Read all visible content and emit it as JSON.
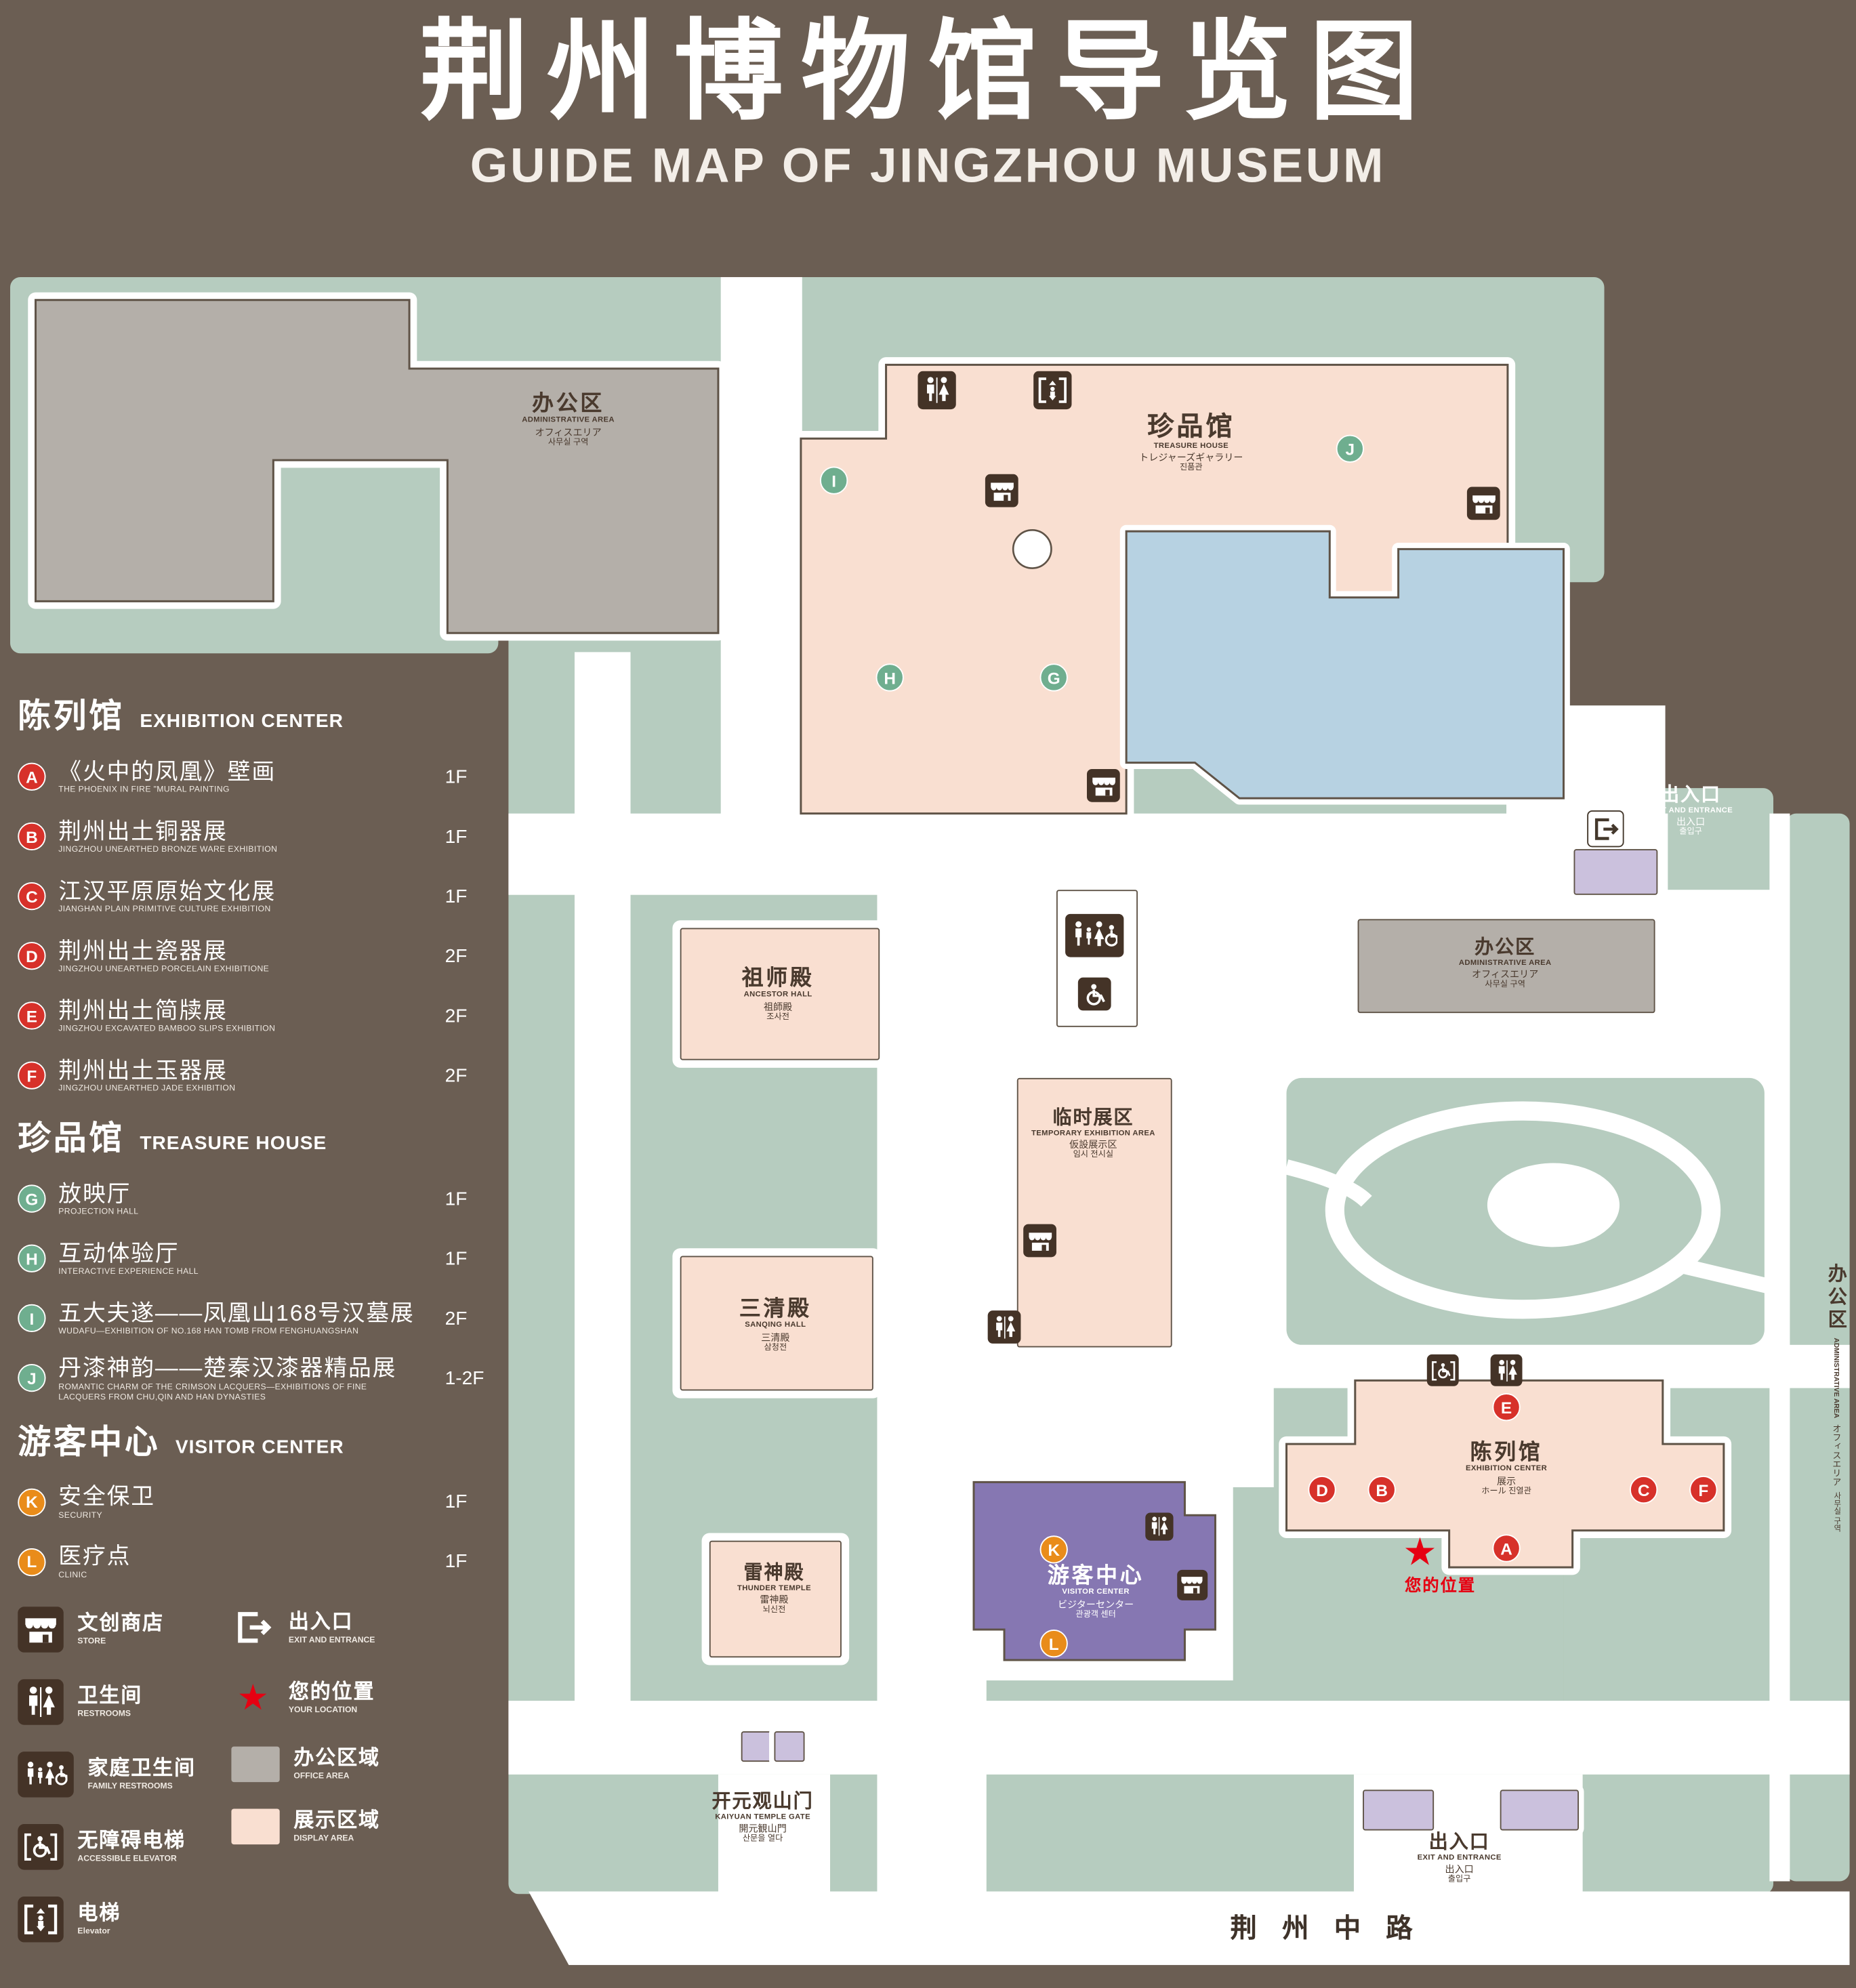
{
  "header": {
    "title": "荆州博物馆导览图",
    "subtitle": "GUIDE MAP OF JINGZHOU MUSEUM"
  },
  "legend": {
    "sections": [
      {
        "zh": "陈列馆",
        "en": "EXHIBITION CENTER",
        "items": [
          {
            "letter": "A",
            "zh": "《火中的凤凰》壁画",
            "en": "THE PHOENIX IN FIRE \"MURAL PAINTING",
            "floor": "1F"
          },
          {
            "letter": "B",
            "zh": "荆州出土铜器展",
            "en": "JINGZHOU UNEARTHED BRONZE WARE EXHIBITION",
            "floor": "1F"
          },
          {
            "letter": "C",
            "zh": "江汉平原原始文化展",
            "en": "JIANGHAN PLAIN PRIMITIVE CULTURE EXHIBITION",
            "floor": "1F"
          },
          {
            "letter": "D",
            "zh": "荆州出土瓷器展",
            "en": "JINGZHOU UNEARTHED PORCELAIN EXHIBITIONE",
            "floor": "2F"
          },
          {
            "letter": "E",
            "zh": "荆州出土简牍展",
            "en": "JINGZHOU EXCAVATED BAMBOO SLIPS EXHIBITION",
            "floor": "2F"
          },
          {
            "letter": "F",
            "zh": "荆州出土玉器展",
            "en": "JINGZHOU UNEARTHED JADE EXHIBITION",
            "floor": "2F"
          }
        ]
      },
      {
        "zh": "珍品馆",
        "en": "TREASURE HOUSE",
        "items": [
          {
            "letter": "G",
            "zh": "放映厅",
            "en": "PROJECTION HALL",
            "floor": "1F"
          },
          {
            "letter": "H",
            "zh": "互动体验厅",
            "en": "INTERACTIVE EXPERIENCE HALL",
            "floor": "1F"
          },
          {
            "letter": "I",
            "zh": "五大夫遂——凤凰山168号汉墓展",
            "en": "WUDAFU—EXHIBITION OF NO.168 HAN TOMB FROM FENGHUANGSHAN",
            "floor": "2F"
          },
          {
            "letter": "J",
            "zh": "丹漆神韵——楚秦汉漆器精品展",
            "en": "ROMANTIC CHARM OF THE CRIMSON LACQUERS—EXHIBITIONS OF FINE LACQUERS FROM CHU,QIN AND HAN DYNASTIES",
            "floor": "1-2F"
          }
        ]
      },
      {
        "zh": "游客中心",
        "en": "VISITOR CENTER",
        "items": [
          {
            "letter": "K",
            "zh": "安全保卫",
            "en": "SECURITY",
            "floor": "1F"
          },
          {
            "letter": "L",
            "zh": "医疗点",
            "en": "CLINIC",
            "floor": "1F"
          }
        ]
      }
    ],
    "icons": [
      {
        "zh": "文创商店",
        "en": "STORE"
      },
      {
        "zh": "出入口",
        "en": "EXIT AND ENTRANCE"
      },
      {
        "zh": "卫生间",
        "en": "RESTROOMS"
      },
      {
        "zh": "您的位置",
        "en": "YOUR LOCATION"
      },
      {
        "zh": "家庭卫生间",
        "en": "FAMILY RESTROOMS"
      },
      {
        "zh": "办公区域",
        "en": "OFFICE AREA"
      },
      {
        "zh": "无障碍电梯",
        "en": "ACCESSIBLE ELEVATOR"
      },
      {
        "zh": "展示区域",
        "en": "DISPLAY AREA"
      },
      {
        "zh": "电梯",
        "en": "Elevator"
      }
    ]
  },
  "map": {
    "labels": {
      "admin_top": {
        "zh": "办公区",
        "en": "ADMINISTRATIVE AREA",
        "jp": "オフィスエリア",
        "kr": "사무실 구역"
      },
      "treasure_house": {
        "zh": "珍品馆",
        "en": "TREASURE HOUSE",
        "jp": "トレジャーズギャラリー",
        "kr": "진품관"
      },
      "exit_right": {
        "zh": "出入口",
        "en": "EXIT AND ENTRANCE",
        "jp": "出入口",
        "kr": "출입구"
      },
      "admin_right": {
        "zh": "办公区",
        "en": "ADMINISTRATIVE AREA",
        "jp": "オフィスエリア",
        "kr": "사무실 구역"
      },
      "admin_side": {
        "zh": "办公区",
        "en": "ADMINISTRATIVE AREA",
        "jp": "オフィスエリア",
        "kr": "사무실 구역"
      },
      "ancestor_hall": {
        "zh": "祖师殿",
        "en": "ANCESTOR HALL",
        "jp": "祖師殿",
        "kr": "조사전"
      },
      "temporary_area": {
        "zh": "临时展区",
        "en": "TEMPORARY EXHIBITION AREA",
        "jp": "仮設展示区",
        "kr": "임시 전시실"
      },
      "sanqing_hall": {
        "zh": "三清殿",
        "en": "SANQING HALL",
        "jp": "三清殿",
        "kr": "삼청전"
      },
      "thunder_temple": {
        "zh": "雷神殿",
        "en": "THUNDER TEMPLE",
        "jp": "雷神殿",
        "kr": "뇌신전"
      },
      "visitor_center": {
        "zh": "游客中心",
        "en": "VISITOR CENTER",
        "jp": "ビジターセンター",
        "kr": "관광객 센터"
      },
      "exhibition_center": {
        "zh": "陈列馆",
        "en": "EXHIBITION CENTER",
        "jp": "展示",
        "kr": "ホール 진열관"
      },
      "your_location": {
        "zh": "您的位置"
      },
      "gate": {
        "zh": "开元观山门",
        "en": "KAIYUAN TEMPLE GATE",
        "jp": "開元観山門",
        "kr": "산문을 열다"
      },
      "exit_bottom": {
        "zh": "出入口",
        "en": "EXIT AND ENTRANCE",
        "jp": "出入口",
        "kr": "출입구"
      },
      "road": {
        "zh": "荆 州 中 路"
      }
    },
    "markers": [
      {
        "letter": "I"
      },
      {
        "letter": "J"
      },
      {
        "letter": "H"
      },
      {
        "letter": "G"
      },
      {
        "letter": "E"
      },
      {
        "letter": "D"
      },
      {
        "letter": "B"
      },
      {
        "letter": "C"
      },
      {
        "letter": "F"
      },
      {
        "letter": "A"
      },
      {
        "letter": "K"
      },
      {
        "letter": "L"
      }
    ]
  },
  "colors": {
    "background": "#6b5e53",
    "lawn": "#b6ccbf",
    "display_area": "#f9dfd1",
    "office_area": "#b4afa9",
    "visitor_center": "#8677b2",
    "water": "#b7d2e2",
    "marker_red": "#d7312a",
    "marker_green": "#6fae8f",
    "marker_orange": "#e98c1a",
    "location_red": "#e60012"
  }
}
